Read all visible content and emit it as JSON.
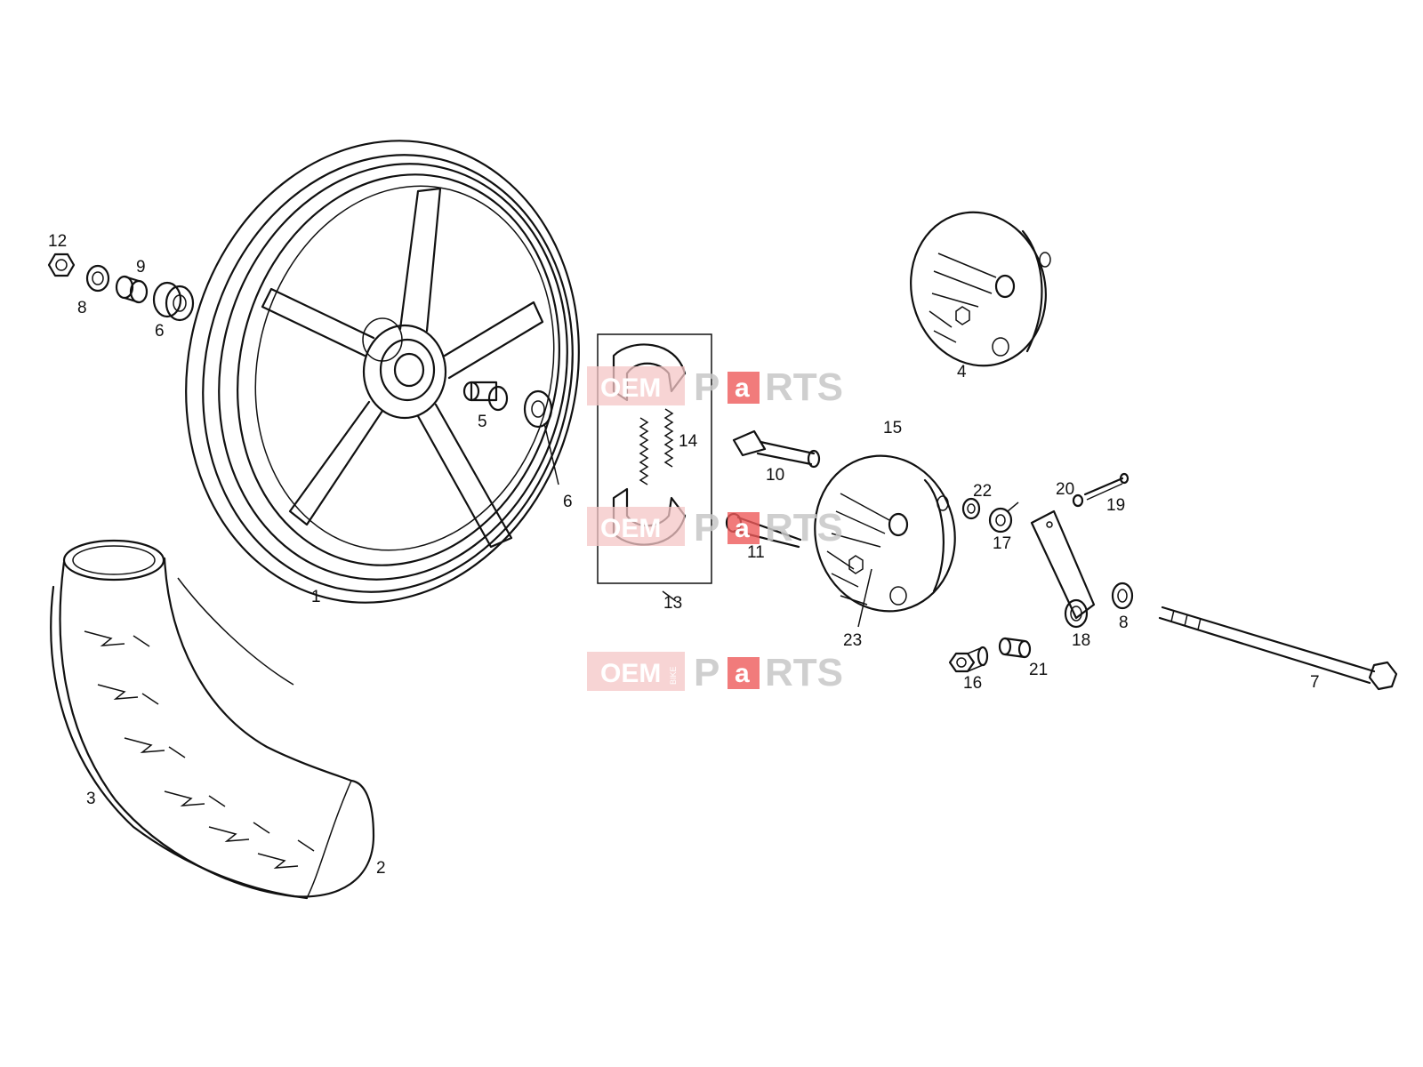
{
  "watermark": {
    "left": "OEM",
    "small": "BIKE",
    "mid": "P",
    "red": "a",
    "right": "RTS"
  },
  "callouts": {
    "c1": "1",
    "c2": "2",
    "c3": "3",
    "c4": "4",
    "c5": "5",
    "c6a": "6",
    "c6b": "6",
    "c7": "7",
    "c8a": "8",
    "c8b": "8",
    "c9": "9",
    "c10": "10",
    "c11": "11",
    "c12": "12",
    "c13": "13",
    "c14": "14",
    "c15": "15",
    "c16": "16",
    "c17": "17",
    "c18": "18",
    "c19": "19",
    "c20": "20",
    "c21": "21",
    "c22": "22",
    "c23": "23"
  }
}
